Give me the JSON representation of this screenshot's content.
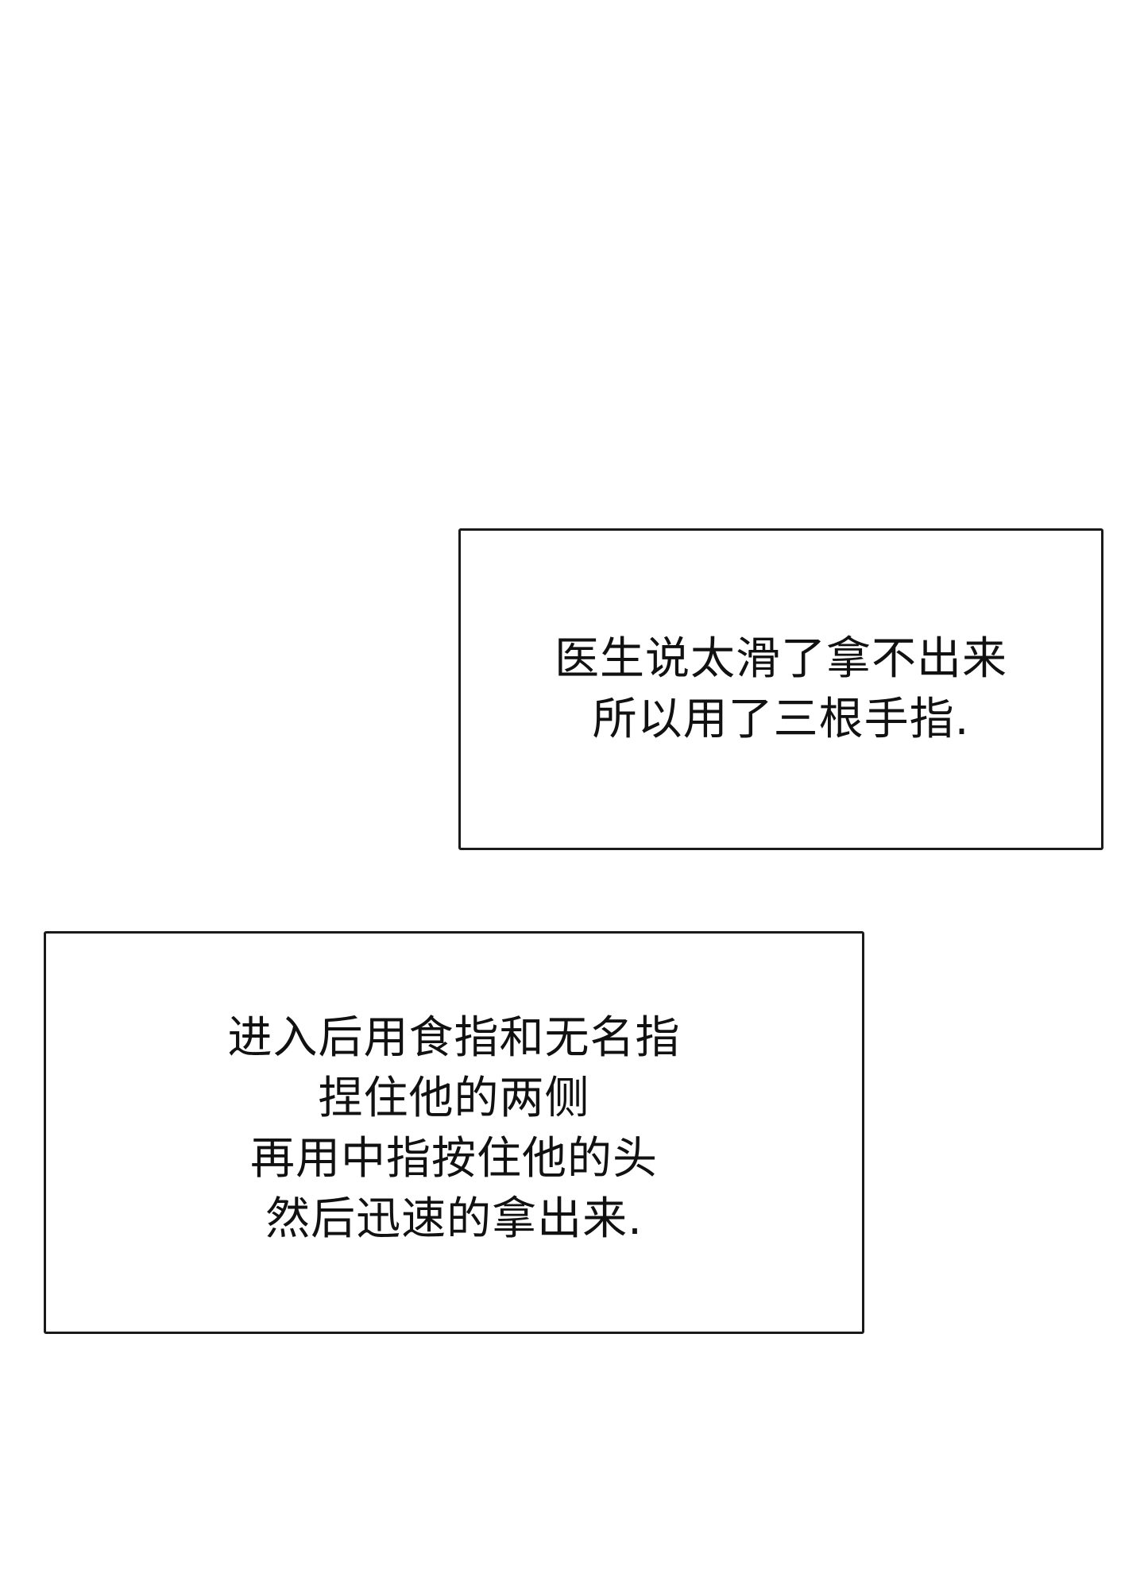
{
  "caption_box_1": {
    "lines": [
      "医生说太滑了拿不出来",
      "所以用了三根手指."
    ]
  },
  "caption_box_2": {
    "lines": [
      "进入后用食指和无名指",
      "捏住他的两侧",
      "再用中指按住他的头",
      "然后迅速的拿出来."
    ]
  }
}
